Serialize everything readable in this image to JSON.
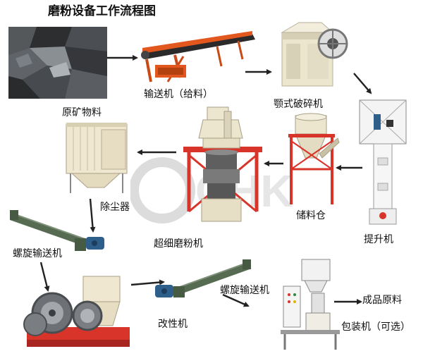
{
  "title": "磨粉设备工作流程图",
  "watermark": "CHK",
  "colors": {
    "arrow": "#222222",
    "steel_red": "#d8342a",
    "conveyor_orange": "#e2571d",
    "machine_cream": "#ece6cf",
    "mill_gray": "#6f6f6f",
    "screw_green": "#566b52",
    "motor_blue": "#2e5f8a"
  },
  "steps": {
    "raw_ore": "原矿物料",
    "conveyor": "输送机（给料）",
    "jaw_crusher": "颚式破碎机",
    "elevator": "提升机",
    "storage_bin": "储料仓",
    "ultrafine_mill": "超细磨粉机",
    "dust_collector": "除尘器",
    "screw_conveyor_1": "螺旋输送机",
    "modifier": "改性机",
    "screw_conveyor_2": "螺旋输送机",
    "finished_product": "成品原料",
    "packing_machine": "包装机（可选）"
  },
  "icons": {
    "raw_ore": "coal-rock-photo",
    "conveyor": "belt-conveyor-illustration",
    "jaw_crusher": "jaw-crusher-illustration",
    "elevator": "bucket-elevator-illustration",
    "storage_bin": "storage-bin-illustration",
    "ultrafine_mill": "ultrafine-mill-illustration",
    "dust_collector": "bag-dust-collector-illustration",
    "screw_conveyor": "screw-conveyor-illustration",
    "modifier": "powder-modifier-illustration",
    "packing_machine": "packing-machine-illustration"
  }
}
